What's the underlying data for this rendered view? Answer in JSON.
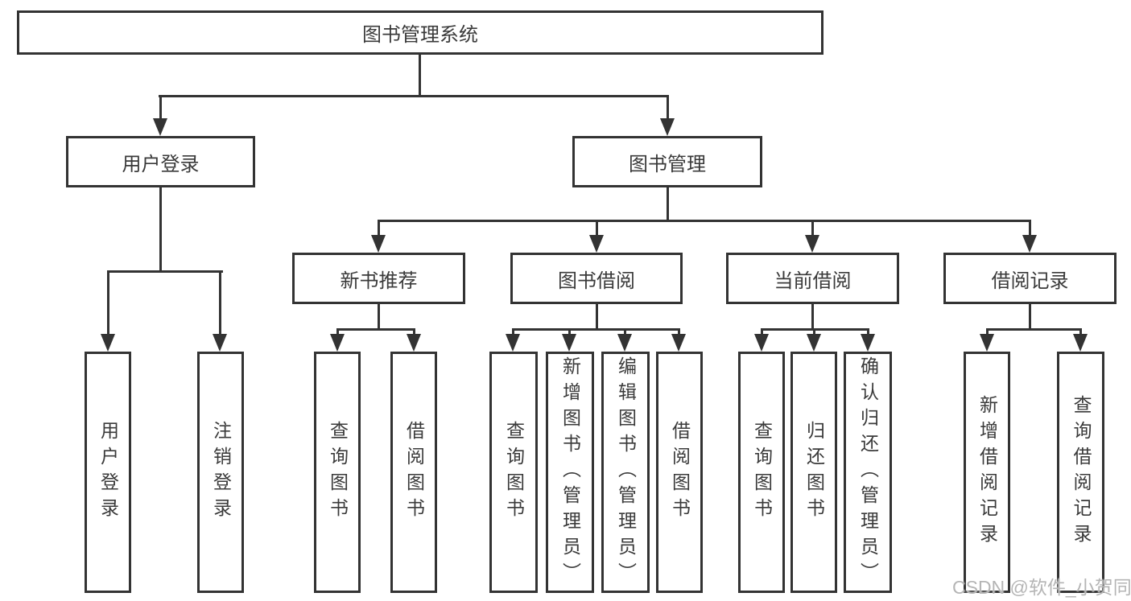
{
  "tree": {
    "root": {
      "label": "图书管理系统"
    },
    "level2": [
      {
        "label": "用户登录",
        "children": [
          {
            "label": "用户登录"
          },
          {
            "label": "注销登录"
          }
        ]
      },
      {
        "label": "图书管理",
        "children": [
          {
            "label": "新书推荐",
            "children": [
              {
                "label": "查询图书"
              },
              {
                "label": "借阅图书"
              }
            ]
          },
          {
            "label": "图书借阅",
            "children": [
              {
                "label": "查询图书"
              },
              {
                "label": "新增图书（管理员）"
              },
              {
                "label": "编辑图书（管理员）"
              },
              {
                "label": "借阅图书"
              }
            ]
          },
          {
            "label": "当前借阅",
            "children": [
              {
                "label": "查询图书"
              },
              {
                "label": "归还图书"
              },
              {
                "label": "确认归还（管理员）"
              }
            ]
          },
          {
            "label": "借阅记录",
            "children": [
              {
                "label": "新增借阅记录"
              },
              {
                "label": "查询借阅记录"
              }
            ]
          }
        ]
      }
    ]
  },
  "watermark": {
    "text": "CSDN @软件_小贺同学"
  },
  "colors": {
    "line": "#333333",
    "text": "#3a3a3a",
    "background": "#ffffff",
    "watermark": "#b5b5b5"
  }
}
